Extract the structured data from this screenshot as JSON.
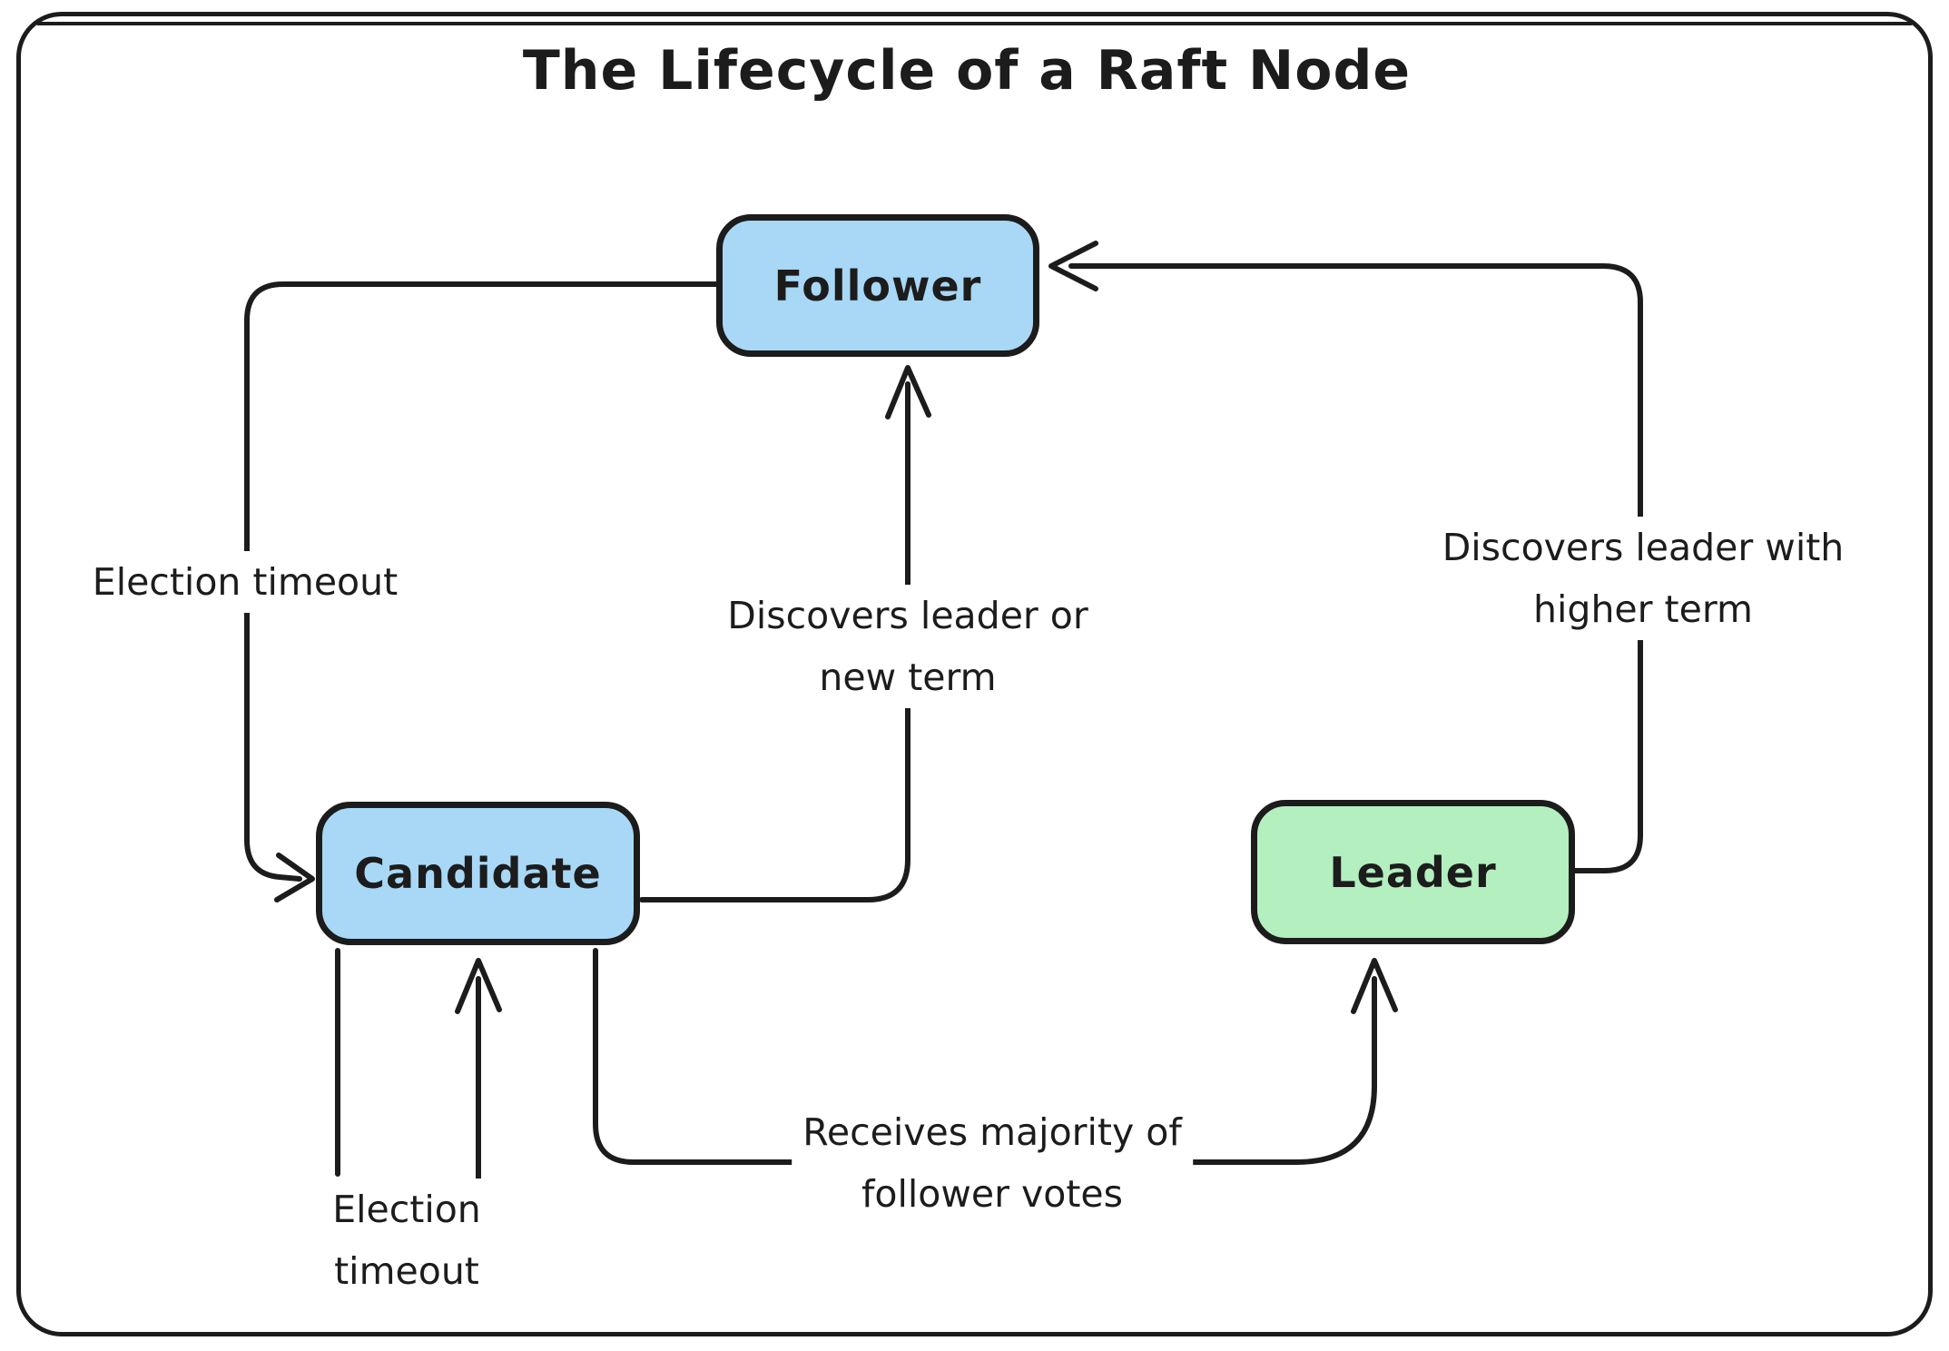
{
  "title": "The Lifecycle of a Raft Node",
  "nodes": {
    "follower": {
      "label": "Follower",
      "fill": "#a8d8f5"
    },
    "candidate": {
      "label": "Candidate",
      "fill": "#a8d8f5"
    },
    "leader": {
      "label": "Leader",
      "fill": "#b3efbf"
    }
  },
  "edges": {
    "follower_to_candidate": {
      "label": "Election timeout"
    },
    "candidate_to_follower": {
      "lines": [
        "Discovers leader or",
        "new term"
      ]
    },
    "leader_to_follower": {
      "lines": [
        "Discovers leader with",
        "higher term"
      ]
    },
    "candidate_to_leader": {
      "lines": [
        "Receives majority of",
        "follower votes"
      ]
    },
    "candidate_self_loop": {
      "lines": [
        "Election",
        "timeout"
      ]
    }
  },
  "colors": {
    "stroke": "#1c1c1c",
    "node_blue_fill": "#a8d8f5",
    "node_green_fill": "#b3efbf",
    "background": "#ffffff"
  }
}
